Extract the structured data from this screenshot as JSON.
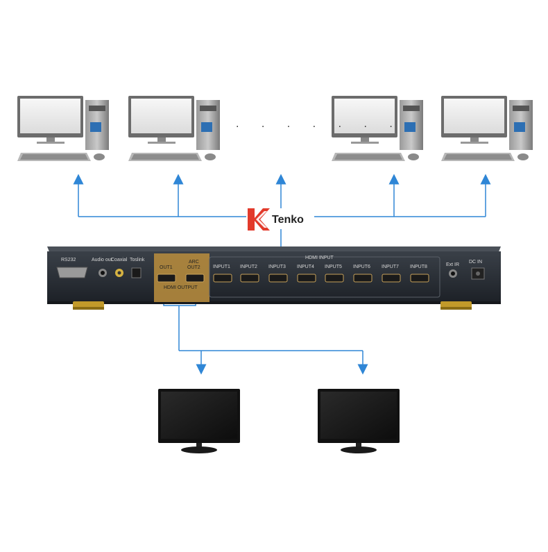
{
  "brand": {
    "name": "Tenko",
    "colors": {
      "red": "#e23a2b",
      "accent_blue": "#2f86d6"
    }
  },
  "ellipsis": ". . . . . . .",
  "device": {
    "ports": {
      "rs232": "RS232",
      "audio_out": "Audio out",
      "coaxial": "Coaxial",
      "toslink": "Toslink",
      "out1": "OUT1",
      "arc_out2_line1": "ARC",
      "arc_out2_line2": "OUT2",
      "hdmi_output": "HDMI OUTPUT",
      "hdmi_input": "HDMI INPUT",
      "inputs": [
        "INPUT1",
        "INPUT2",
        "INPUT3",
        "INPUT4",
        "INPUT5",
        "INPUT6",
        "INPUT7",
        "INPUT8"
      ],
      "ext_ir": "Ext IR",
      "dc_in": "DC IN"
    }
  }
}
